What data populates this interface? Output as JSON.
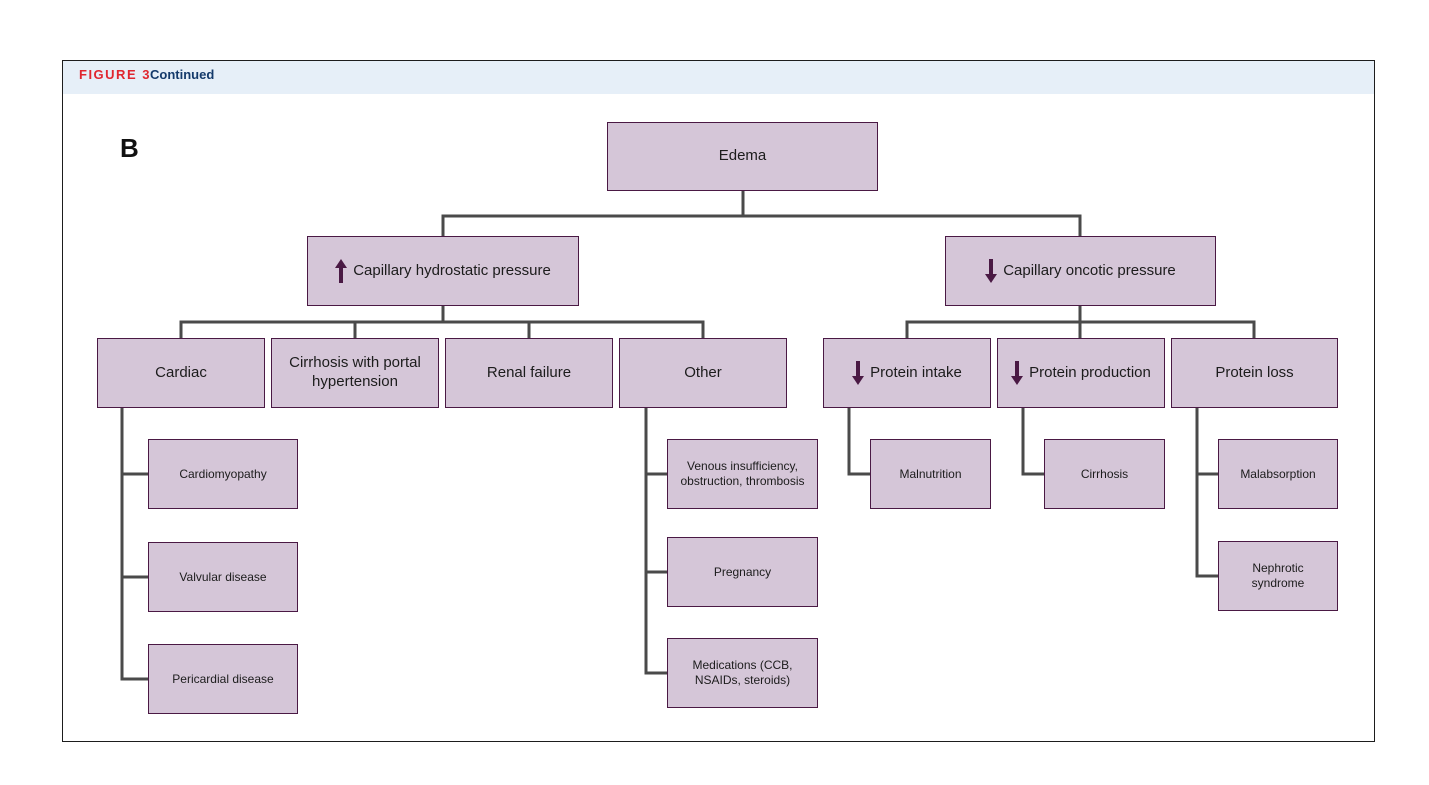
{
  "header": {
    "figure_label": "FIGURE 3",
    "continued": "Continued"
  },
  "panel_label": "B",
  "colors": {
    "box_fill": "#d5c6d8",
    "box_border": "#4a1944",
    "connector": "#4a4a4a",
    "arrow": "#4a1944",
    "header_bg": "#e6eff8",
    "figure_label": "#e0262f",
    "continued": "#143a6b"
  },
  "nodes": {
    "root": "Edema",
    "hydrostatic": {
      "label": "Capillary hydrostatic pressure",
      "arrow": "up"
    },
    "oncotic": {
      "label": "Capillary oncotic pressure",
      "arrow": "down"
    },
    "cardiac": "Cardiac",
    "cirrhosis_portal": "Cirrhosis with portal hypertension",
    "renal_failure": "Renal failure",
    "other": "Other",
    "protein_intake": {
      "label": "Protein intake",
      "arrow": "down"
    },
    "protein_production": {
      "label": "Protein production",
      "arrow": "down"
    },
    "protein_loss": "Protein loss",
    "cardiomyopathy": "Cardiomyopathy",
    "valvular": "Valvular disease",
    "pericardial": "Pericardial disease",
    "venous": "Venous insufficiency, obstruction, thrombosis",
    "pregnancy": "Pregnancy",
    "medications": "Medications (CCB, NSAIDs, steroids)",
    "malnutrition": "Malnutrition",
    "cirrhosis": "Cirrhosis",
    "malabsorption": "Malabsorption",
    "nephrotic": "Nephrotic syndrome"
  }
}
